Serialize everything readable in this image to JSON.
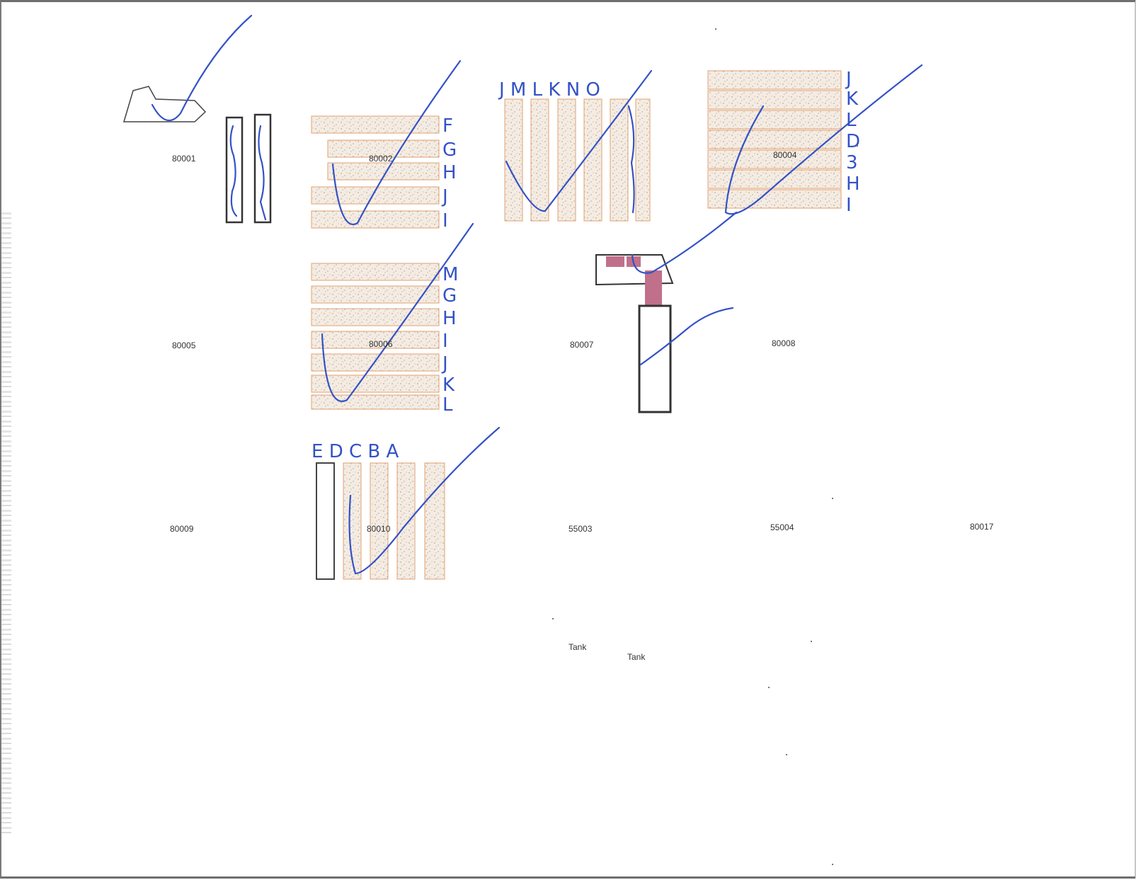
{
  "labels": {
    "l80001": "80001",
    "l80002": "80002",
    "l80004": "80004",
    "l80005": "80005",
    "l80006": "80006",
    "l80007": "80007",
    "l80008": "80008",
    "l80009": "80009",
    "l80010": "80010",
    "l55003": "55003",
    "l55004": "55004",
    "l80017": "80017",
    "tank1": "Tank",
    "tank2": "Tank"
  },
  "handwriting": {
    "top_letters": "J M L K N O",
    "row_letters_80002": [
      "F",
      "G",
      "H",
      "J",
      "I"
    ],
    "row_letters_80004": [
      "J",
      "K",
      "L",
      "D",
      "3",
      "H",
      "I"
    ],
    "row_letters_80006": [
      "M",
      "G",
      "H",
      "I",
      "J",
      "K",
      "L"
    ],
    "col_letters_80010": "E D C B A"
  },
  "colors": {
    "ink": "#3452c6",
    "bin_fill": "#efe3d3",
    "bin_edge": "#e0a070",
    "marker": "#c0708a"
  }
}
